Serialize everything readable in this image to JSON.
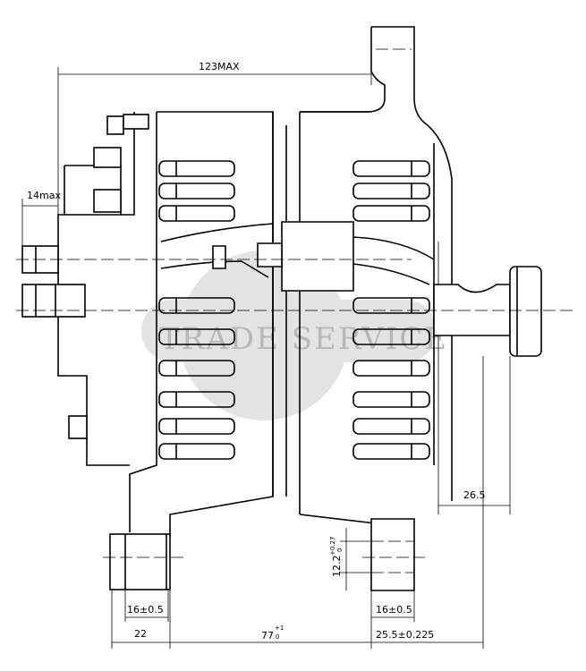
{
  "title": "Alternator dimension drawing",
  "watermark": "TRADE SERVICE",
  "dimensions": {
    "overall_length": "123MAX",
    "terminal_protrusion": "14max",
    "shaft_length": "26.5",
    "mount_hole": "12.2",
    "mount_hole_tol_upper": "+0.27",
    "mount_hole_tol_lower": "0",
    "left_foot_width": "16±0.5",
    "right_foot_width": "16±0.5",
    "left_foot_offset": "22",
    "foot_spacing": "77",
    "foot_spacing_tol_upper": "+1",
    "foot_spacing_tol_lower": "0",
    "right_foot_offset": "25.5±0.225"
  }
}
